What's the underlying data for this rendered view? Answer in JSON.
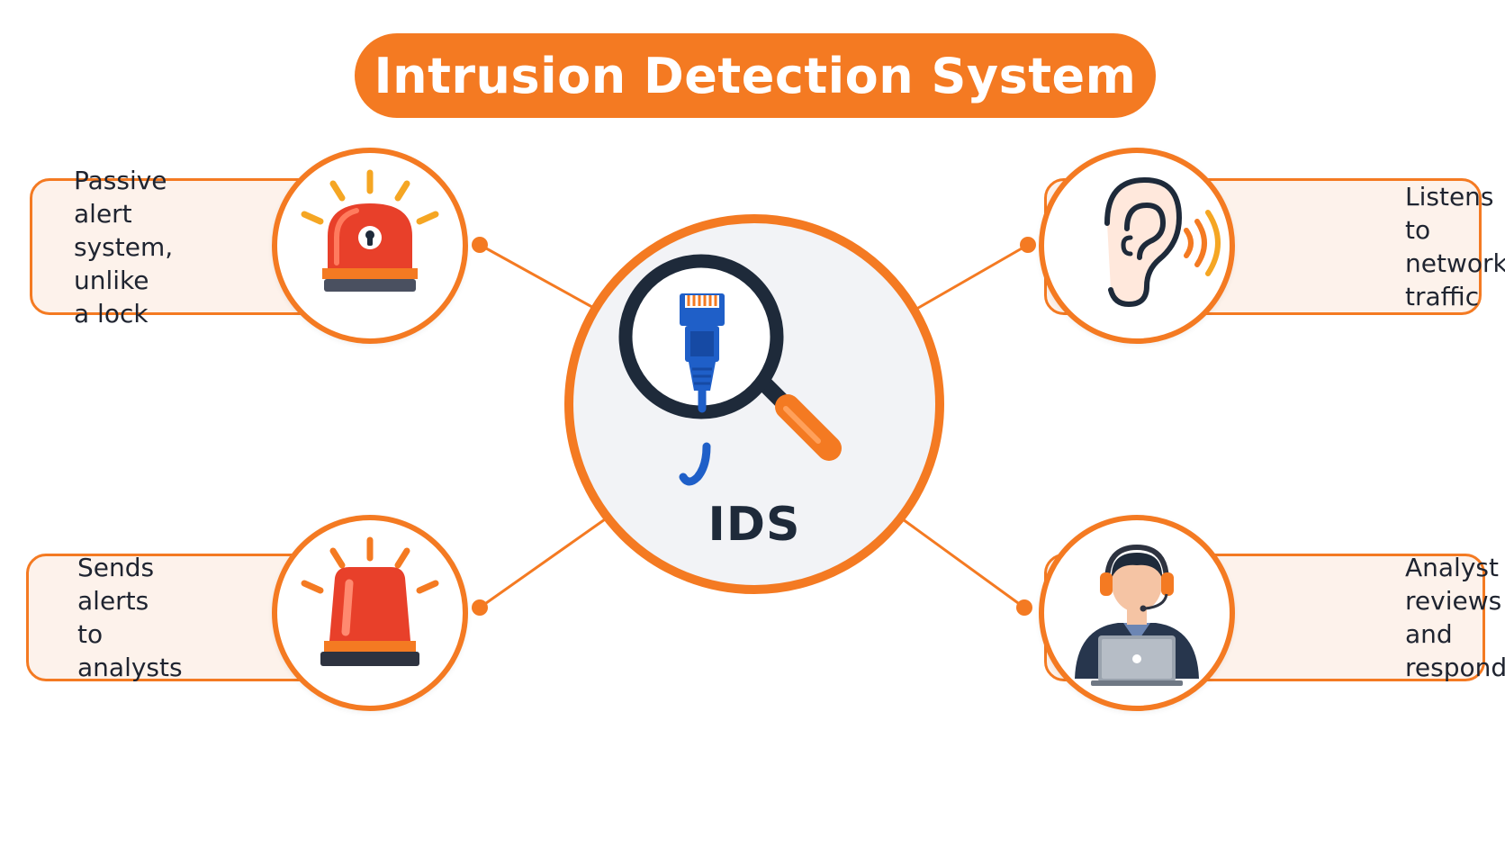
{
  "title": "Intrusion Detection System",
  "center": {
    "label": "IDS",
    "icon": "magnifier-network-cable-icon"
  },
  "nodes": [
    {
      "id": "top-left",
      "text": "Passive alert\nsystem, unlike\na lock",
      "icon": "siren-lock-icon"
    },
    {
      "id": "bottom-left",
      "text": "Sends alerts\nto analysts",
      "icon": "siren-icon"
    },
    {
      "id": "top-right",
      "text": "Listens to\nnetwork traffic",
      "icon": "ear-icon"
    },
    {
      "id": "bottom-right",
      "text": "Analyst reviews\nand responds",
      "icon": "analyst-laptop-icon"
    }
  ],
  "colors": {
    "accent": "#f47a22",
    "card_fill": "#fdf2eb",
    "center_fill": "#f2f3f6",
    "text_dark": "#1e2a3a",
    "siren_red": "#e8402a",
    "cable_blue": "#1f5fc8"
  }
}
